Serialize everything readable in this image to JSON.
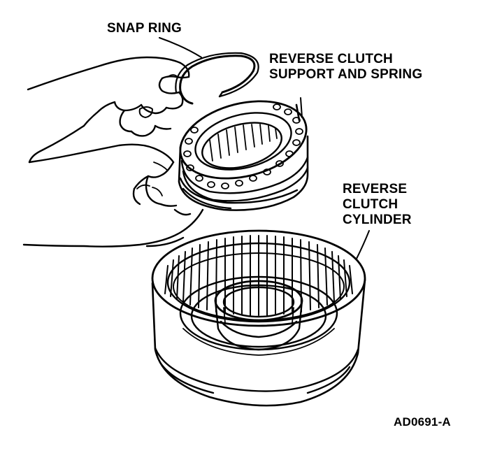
{
  "labels": {
    "snap_ring": "SNAP RING",
    "support_line1": "REVERSE CLUTCH",
    "support_line2": "SUPPORT AND SPRING",
    "cylinder_line1": "REVERSE",
    "cylinder_line2": "CLUTCH",
    "cylinder_line3": "CYLINDER",
    "figure_code": "AD0691-A"
  },
  "colors": {
    "ink": "#000000",
    "paper": "#ffffff"
  }
}
